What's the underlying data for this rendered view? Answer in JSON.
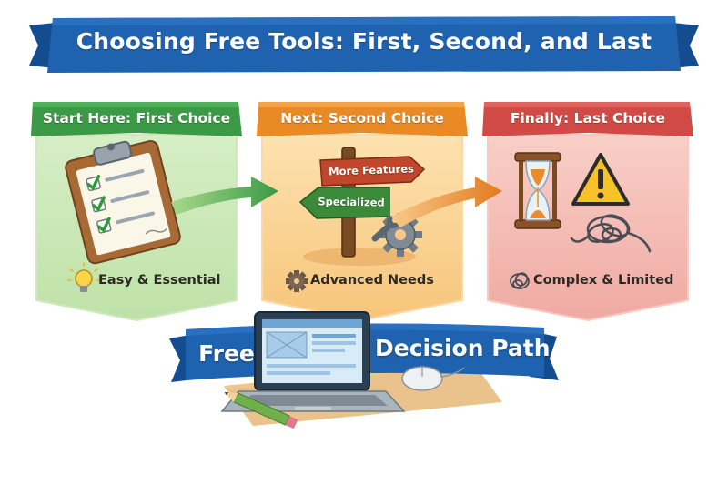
{
  "title": "Choosing Free Tools: First, Second, and Last",
  "panels": [
    {
      "title": "Start Here: First Choice",
      "caption": "Easy & Essential",
      "color": "#3a9a45"
    },
    {
      "title": "Next: Second Choice",
      "caption": "Advanced Needs",
      "color": "#e98a25"
    },
    {
      "title": "Finally: Last Choice",
      "caption": "Complex & Limited",
      "color": "#d24a45"
    }
  ],
  "signpost": {
    "upper": "More Features",
    "lower": "Specialized"
  },
  "bottom_banner": {
    "left": "Free",
    "right": "Decision Path"
  },
  "colors": {
    "banner_blue": "#1f63b0",
    "green": "#3a9a45",
    "orange": "#e98a25",
    "red": "#d24a45"
  }
}
